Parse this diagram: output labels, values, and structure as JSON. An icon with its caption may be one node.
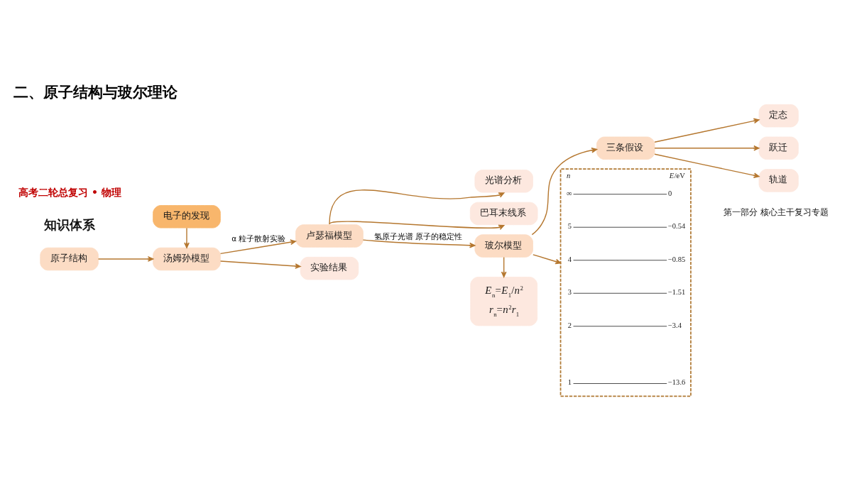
{
  "diagram": {
    "title": "二、原子结构与玻尔理论",
    "nodes": [
      {
        "text": [
          "电子的发现"
        ]
      },
      {
        "text": [
          "原子结构"
        ]
      },
      {
        "text": [
          "汤姆孙模型"
        ]
      },
      {
        "text": [
          "卢瑟福模型"
        ]
      },
      {
        "text": [
          "实验结果"
        ]
      },
      {
        "text": [
          "光谱分析"
        ]
      },
      {
        "text": [
          "巴耳末线系"
        ]
      },
      {
        "text": [
          "玻尔模型"
        ]
      },
      {
        "text": [
          "三条假设"
        ]
      },
      {
        "text": [
          "定态"
        ]
      },
      {
        "text": [
          "跃迁"
        ]
      },
      {
        "text": [
          "轨道"
        ]
      },
      {
        "text": [
          "*E*$_{n}$=*E*$_{1}$/*n*$^{2}$",
          "*r*$_{n}$=*n*$^{2}$*r*$_{1}$"
        ]
      },
      {
        "text": [
          "n",
          "*E*/eV",
          "∞",
          "0",
          "5",
          "−0.54",
          "4",
          "−0.85",
          "3",
          "−1.51",
          "2",
          "−3.4",
          "1",
          "−13.6"
        ]
      }
    ],
    "edges": [
      {
        "from": 0,
        "to": 2,
        "arrow": "to"
      },
      {
        "from": 1,
        "to": 2,
        "arrow": "to"
      },
      {
        "from": 2,
        "to": 3,
        "arrow": "to",
        "label": "α 粒子散射实验"
      },
      {
        "from": 2,
        "to": 4,
        "arrow": "to"
      },
      {
        "from": 3,
        "to": 7,
        "arrow": "to",
        "label": "氢原子光谱 原子的稳定性"
      },
      {
        "from": 3,
        "to": 5,
        "arrow": "to"
      },
      {
        "from": 3,
        "to": 6,
        "arrow": "to"
      },
      {
        "from": 7,
        "to": 8,
        "arrow": "to"
      },
      {
        "from": 8,
        "to": 9,
        "arrow": "to"
      },
      {
        "from": 8,
        "to": 10,
        "arrow": "to"
      },
      {
        "from": 8,
        "to": 11,
        "arrow": "to"
      },
      {
        "from": 7,
        "to": 12,
        "arrow": "to"
      },
      {
        "from": 7,
        "to": 13,
        "arrow": "to"
      }
    ],
    "labels": [
      "高考二轮总复习 • 物理",
      "知识体系",
      "第一部分 核心主干复习专题"
    ]
  }
}
